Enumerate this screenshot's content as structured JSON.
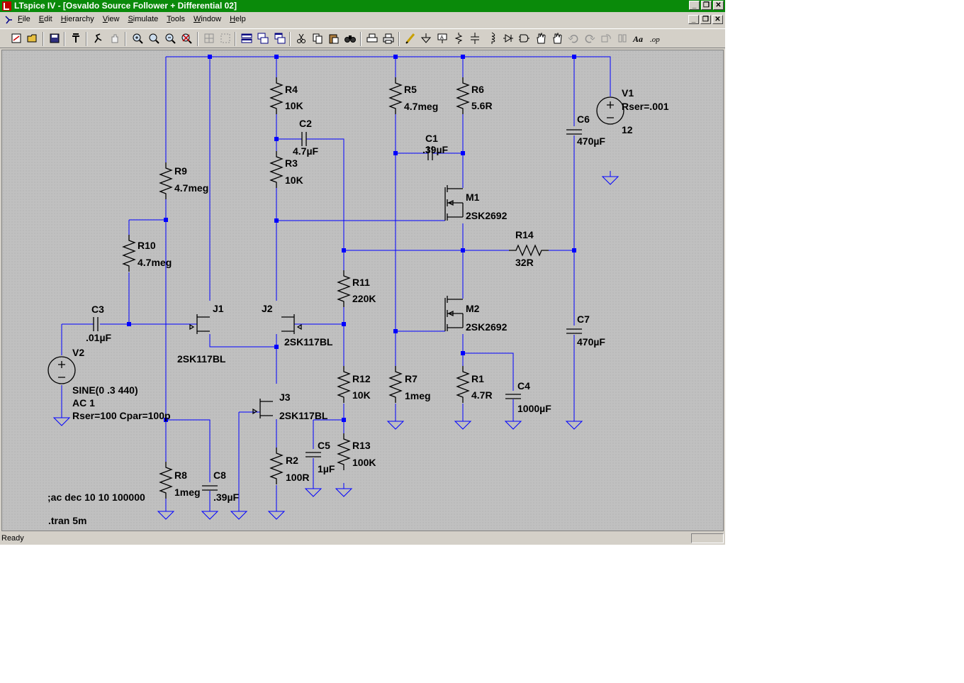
{
  "window": {
    "title": "LTspice IV - [Osvaldo Source Follower + Differential 02]",
    "controls": [
      "_",
      "❐",
      "✕"
    ]
  },
  "menu": [
    "File",
    "Edit",
    "Hierarchy",
    "View",
    "Simulate",
    "Tools",
    "Window",
    "Help"
  ],
  "toolbar": [
    "new-schematic-icon",
    "open-icon",
    "save-icon",
    "control-panel-icon",
    "run-icon",
    "halt-icon",
    "zoom-in-icon",
    "zoom-pan-icon",
    "zoom-out-icon",
    "zoom-fit-icon",
    "autorange-icon",
    "grid-icon",
    "tile-horizontal-icon",
    "cascade-icon",
    "tile-vertical-icon",
    "cut-icon",
    "copy-icon",
    "paste-icon",
    "find-icon",
    "print-setup-icon",
    "print-icon",
    "wire-icon",
    "ground-icon",
    "label-icon",
    "resistor-icon",
    "capacitor-icon",
    "inductor-icon",
    "diode-icon",
    "component-icon",
    "move-icon",
    "drag-icon",
    "undo-icon",
    "redo-icon",
    "rotate-icon",
    "mirror-icon",
    "text-icon",
    "spice-directive-icon"
  ],
  "status": {
    "text": "Ready"
  },
  "schematic": {
    "components": [
      {
        "ref": "R4",
        "value": "10K"
      },
      {
        "ref": "C2",
        "value": "4.7µF"
      },
      {
        "ref": "R3",
        "value": "10K"
      },
      {
        "ref": "R5",
        "value": "4.7meg"
      },
      {
        "ref": "R6",
        "value": "5.6R"
      },
      {
        "ref": "C1",
        "value": ".39µF"
      },
      {
        "ref": "V1",
        "value": "12",
        "extra": "Rser=.001"
      },
      {
        "ref": "C6",
        "value": "470µF"
      },
      {
        "ref": "R9",
        "value": "4.7meg"
      },
      {
        "ref": "M1",
        "value": "2SK2692"
      },
      {
        "ref": "R14",
        "value": "32R"
      },
      {
        "ref": "R10",
        "value": "4.7meg"
      },
      {
        "ref": "R11",
        "value": "220K"
      },
      {
        "ref": "M2",
        "value": "2SK2692"
      },
      {
        "ref": "C7",
        "value": "470µF"
      },
      {
        "ref": "C3",
        "value": ".01µF"
      },
      {
        "ref": "J1",
        "value": "2SK117BL"
      },
      {
        "ref": "J2",
        "value": "2SK117BL"
      },
      {
        "ref": "V2",
        "value": "SINE(0 .3 440)",
        "extra": "AC 1",
        "extra2": "Rser=100 Cpar=100p"
      },
      {
        "ref": "R12",
        "value": "10K"
      },
      {
        "ref": "R7",
        "value": "1meg"
      },
      {
        "ref": "R1",
        "value": "4.7R"
      },
      {
        "ref": "C4",
        "value": "1000µF"
      },
      {
        "ref": "J3",
        "value": "2SK117BL"
      },
      {
        "ref": "C5",
        "value": "1µF"
      },
      {
        "ref": "R13",
        "value": "100K"
      },
      {
        "ref": "R2",
        "value": "100R"
      },
      {
        "ref": "R8",
        "value": "1meg"
      },
      {
        "ref": "C8",
        "value": ".39µF"
      }
    ],
    "directives": [
      ";ac dec 10 10 100000",
      ".tran 5m"
    ]
  }
}
